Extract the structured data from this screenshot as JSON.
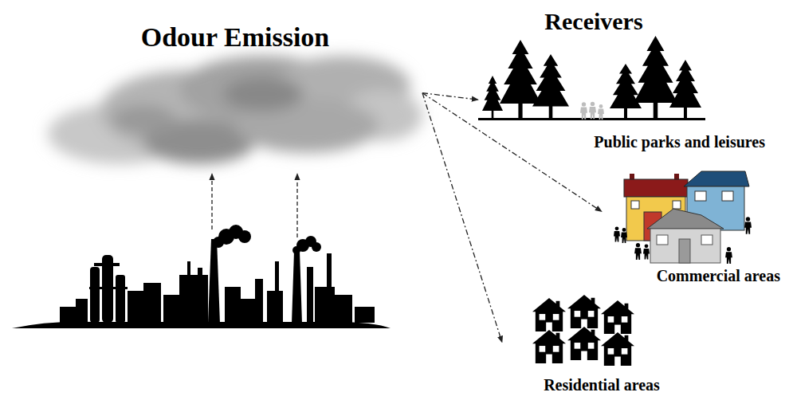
{
  "diagram": {
    "nodes": [
      {
        "text": [
          "Odour Emission"
        ]
      },
      {
        "text": [
          "Public parks and leisures"
        ]
      },
      {
        "text": [
          "Commercial areas"
        ]
      },
      {
        "text": [
          "Residential areas"
        ]
      }
    ],
    "edges": [
      {
        "from": 0,
        "to": 1,
        "arrow": "to"
      },
      {
        "from": 0,
        "to": 2,
        "arrow": "to"
      },
      {
        "from": 0,
        "to": 3,
        "arrow": "to"
      }
    ],
    "labels": [
      "Receivers"
    ]
  }
}
